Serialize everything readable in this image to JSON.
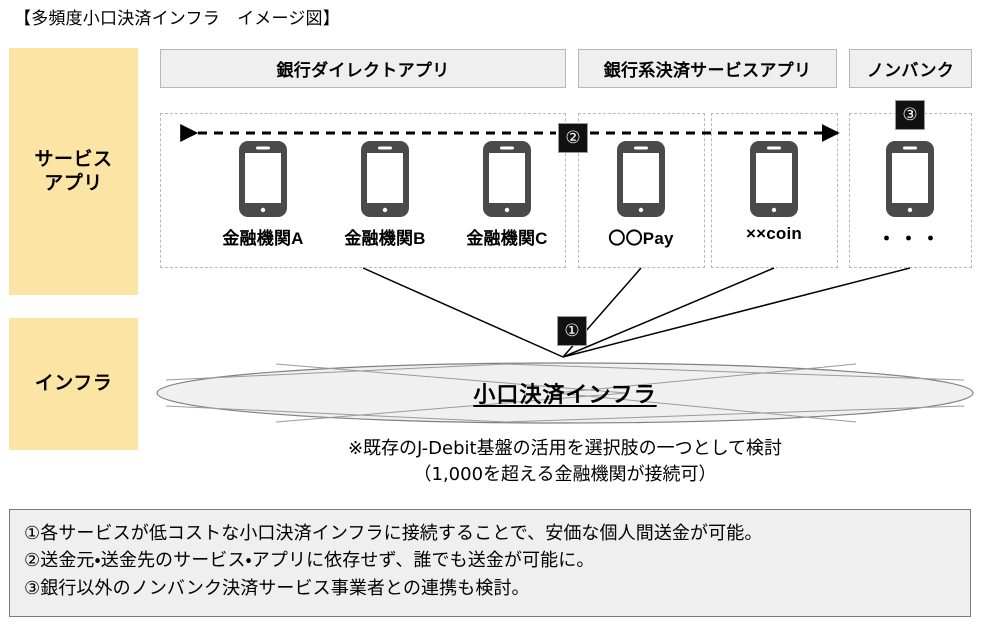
{
  "page": {
    "title": "【多頻度小口決済インフラ　イメージ図】"
  },
  "bands": [
    {
      "id": "service",
      "label_line1": "サービス",
      "label_line2": "アプリ"
    },
    {
      "id": "infra",
      "label_line1": "インフラ",
      "label_line2": ""
    }
  ],
  "categories": [
    {
      "id": "bank-direct",
      "label": "銀行ダイレクトアプリ"
    },
    {
      "id": "bank-pay",
      "label": "銀行系決済サービスアプリ"
    },
    {
      "id": "nonbank",
      "label": "ノンバンク"
    }
  ],
  "services": [
    {
      "id": "kinyu-a",
      "label": "金融機関A",
      "icon": "smartphone-icon",
      "group": "bank-direct"
    },
    {
      "id": "kinyu-b",
      "label": "金融機関B",
      "icon": "smartphone-icon",
      "group": "bank-direct"
    },
    {
      "id": "kinyu-c",
      "label": "金融機関C",
      "icon": "smartphone-icon",
      "group": "bank-direct"
    },
    {
      "id": "oo-pay",
      "label": "〇〇Pay",
      "icon": "smartphone-icon",
      "group": "bank-pay"
    },
    {
      "id": "xx-coin",
      "label": "××coin",
      "icon": "smartphone-icon",
      "group": "bank-pay"
    },
    {
      "id": "other",
      "label": "・・・",
      "icon": "smartphone-icon",
      "group": "nonbank"
    }
  ],
  "badges": [
    {
      "id": "badge-1",
      "label": "①"
    },
    {
      "id": "badge-2",
      "label": "②"
    },
    {
      "id": "badge-3",
      "label": "③"
    }
  ],
  "infra": {
    "ellipse_label": "小口決済インフラ",
    "note_line1": "※既存のJ-Debit基盤の活用を選択肢の一つとして検討",
    "note_line2": "（1,000を超える金融機関が接続可）"
  },
  "legend": {
    "line1": "①各サービスが低コストな小口決済インフラに接続することで、安価な個人間送金が可能。",
    "line2": "②送金元・送金先のサービス・アプリに依存せず、誰でも送金が可能に。",
    "line3": "③銀行以外のノンバンク決済サービス事業者との連携も検討。"
  },
  "colors": {
    "band_yellow": "#fce4a4",
    "header_gray": "#efefef",
    "dashed_gray": "#b9b9b9",
    "ellipse_fill": "#f0f0f0",
    "ellipse_stroke": "#808080",
    "phone_body": "#4a4a4a",
    "badge_black": "#111111"
  }
}
